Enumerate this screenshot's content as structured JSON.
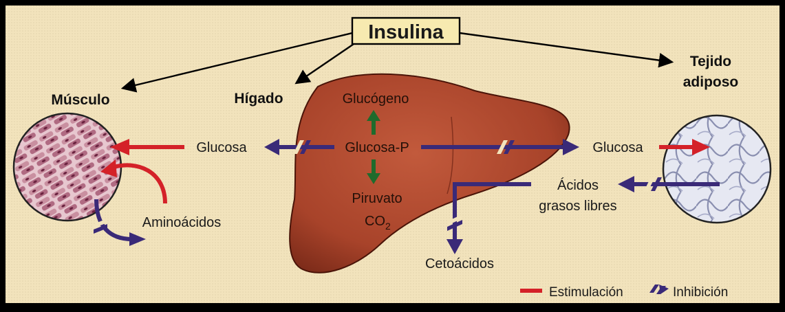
{
  "title": "Insulina",
  "organs": {
    "muscle": "Músculo",
    "liver": "Hígado",
    "adipose_line1": "Tejido",
    "adipose_line2": "adiposo"
  },
  "metabolites": {
    "glucose_left": "Glucosa",
    "glycogen": "Glucógeno",
    "glucose_p": "Glucosa-P",
    "pyruvate": "Piruvato",
    "co2": "CO",
    "co2_sub": "2",
    "glucose_right": "Glucosa",
    "fatty_acids_line1": "Ácidos",
    "fatty_acids_line2": "grasos libres",
    "amino_acids": "Aminoácidos",
    "ketoacids": "Cetoácidos"
  },
  "legend": {
    "stimulation": "Estimulación",
    "inhibition": "Inhibición"
  },
  "colors": {
    "background": "#f2e3bc",
    "title_box": "#f7eab0",
    "stimulation": "#d42128",
    "inhibition": "#3a2a78",
    "liver": "#a8432a",
    "liver_arrow": "#1f6b2c"
  }
}
